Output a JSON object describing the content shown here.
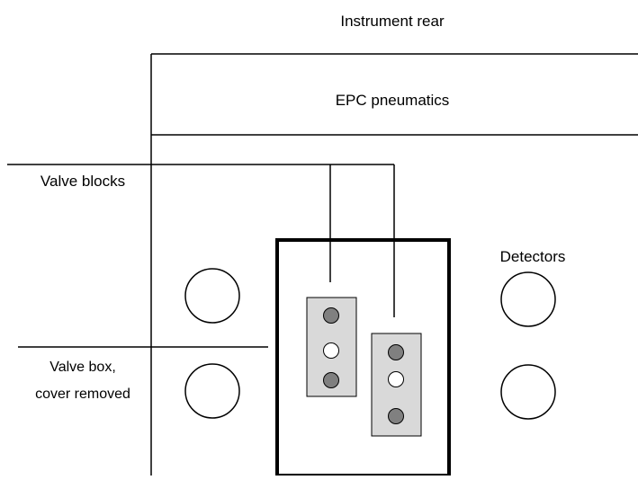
{
  "labels": {
    "instrument_rear": "Instrument rear",
    "epc_pneumatics": "EPC pneumatics",
    "valve_blocks": "Valve blocks",
    "detectors": "Detectors",
    "valve_box_line1": "Valve box,",
    "valve_box_line2": "cover removed"
  },
  "colors": {
    "line": "#000000",
    "valve_block_fill": "#d9d9d9",
    "port_filled": "#808080",
    "port_open": "#ffffff"
  },
  "valve_blocks": [
    {
      "name": "valve-block-left",
      "ports": [
        "filled",
        "open",
        "filled"
      ]
    },
    {
      "name": "valve-block-right",
      "ports": [
        "filled",
        "open",
        "filled"
      ]
    }
  ]
}
